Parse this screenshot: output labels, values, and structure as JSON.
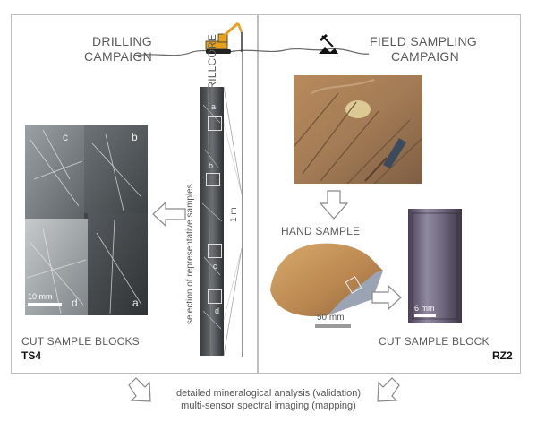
{
  "left": {
    "heading_line1": "DRILLING",
    "heading_line2": "CAMPAIGN",
    "drillcore_label": "DRILLCORE",
    "selection_label": "selection of representative samples",
    "length_label": "1 m",
    "core_markers": [
      "a",
      "b",
      "c",
      "d"
    ],
    "block_labels": [
      "c",
      "b",
      "d",
      "a"
    ],
    "scale_label": "10 mm",
    "section_title": "CUT SAMPLE BLOCKS",
    "sample_id": "TS4"
  },
  "right": {
    "heading_line1": "FIELD SAMPLING",
    "heading_line2": "CAMPAIGN",
    "hand_sample_label": "HAND SAMPLE",
    "hand_scale_label": "50 mm",
    "block_scale_label": "6 mm",
    "section_title": "CUT SAMPLE BLOCK",
    "sample_id": "RZ2"
  },
  "footer": {
    "line1": "detailed mineralogical analysis (validation)",
    "line2": "multi-sensor spectral imaging (mapping)"
  },
  "icons": [
    "drill-rig-icon",
    "rock-hammer-icon"
  ]
}
